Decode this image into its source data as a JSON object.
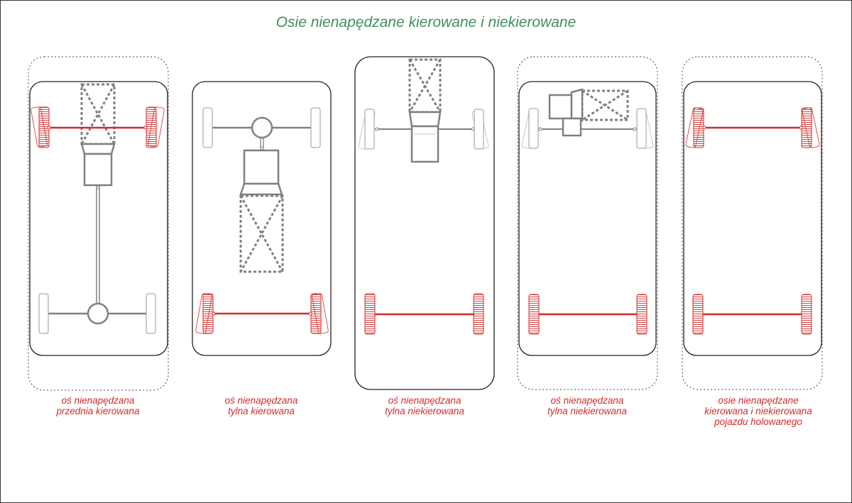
{
  "title": "Osie nienapędzane kierowane i niekierowane",
  "colors": {
    "title": "#3f8f5f",
    "caption": "#d42a2a",
    "highlight": "#d42a2a",
    "mechanism": "#808080",
    "outline": "#222222"
  },
  "panels": [
    {
      "id": "front-steered",
      "caption": [
        "oś nienapędzana",
        "przednia kierowana"
      ]
    },
    {
      "id": "rear-steered",
      "caption": [
        "oś nienapędzana",
        "tylna kierowana"
      ]
    },
    {
      "id": "rear-fixed-1",
      "caption": [
        "oś nienapędzana",
        "tylna niekierowana"
      ]
    },
    {
      "id": "rear-fixed-2",
      "caption": [
        "oś nienapędzana",
        "tylna niekierowana"
      ]
    },
    {
      "id": "towed",
      "caption": [
        "osie nienapędzane",
        "kierowana i niekierowana",
        "pojazdu holowanego"
      ]
    }
  ]
}
